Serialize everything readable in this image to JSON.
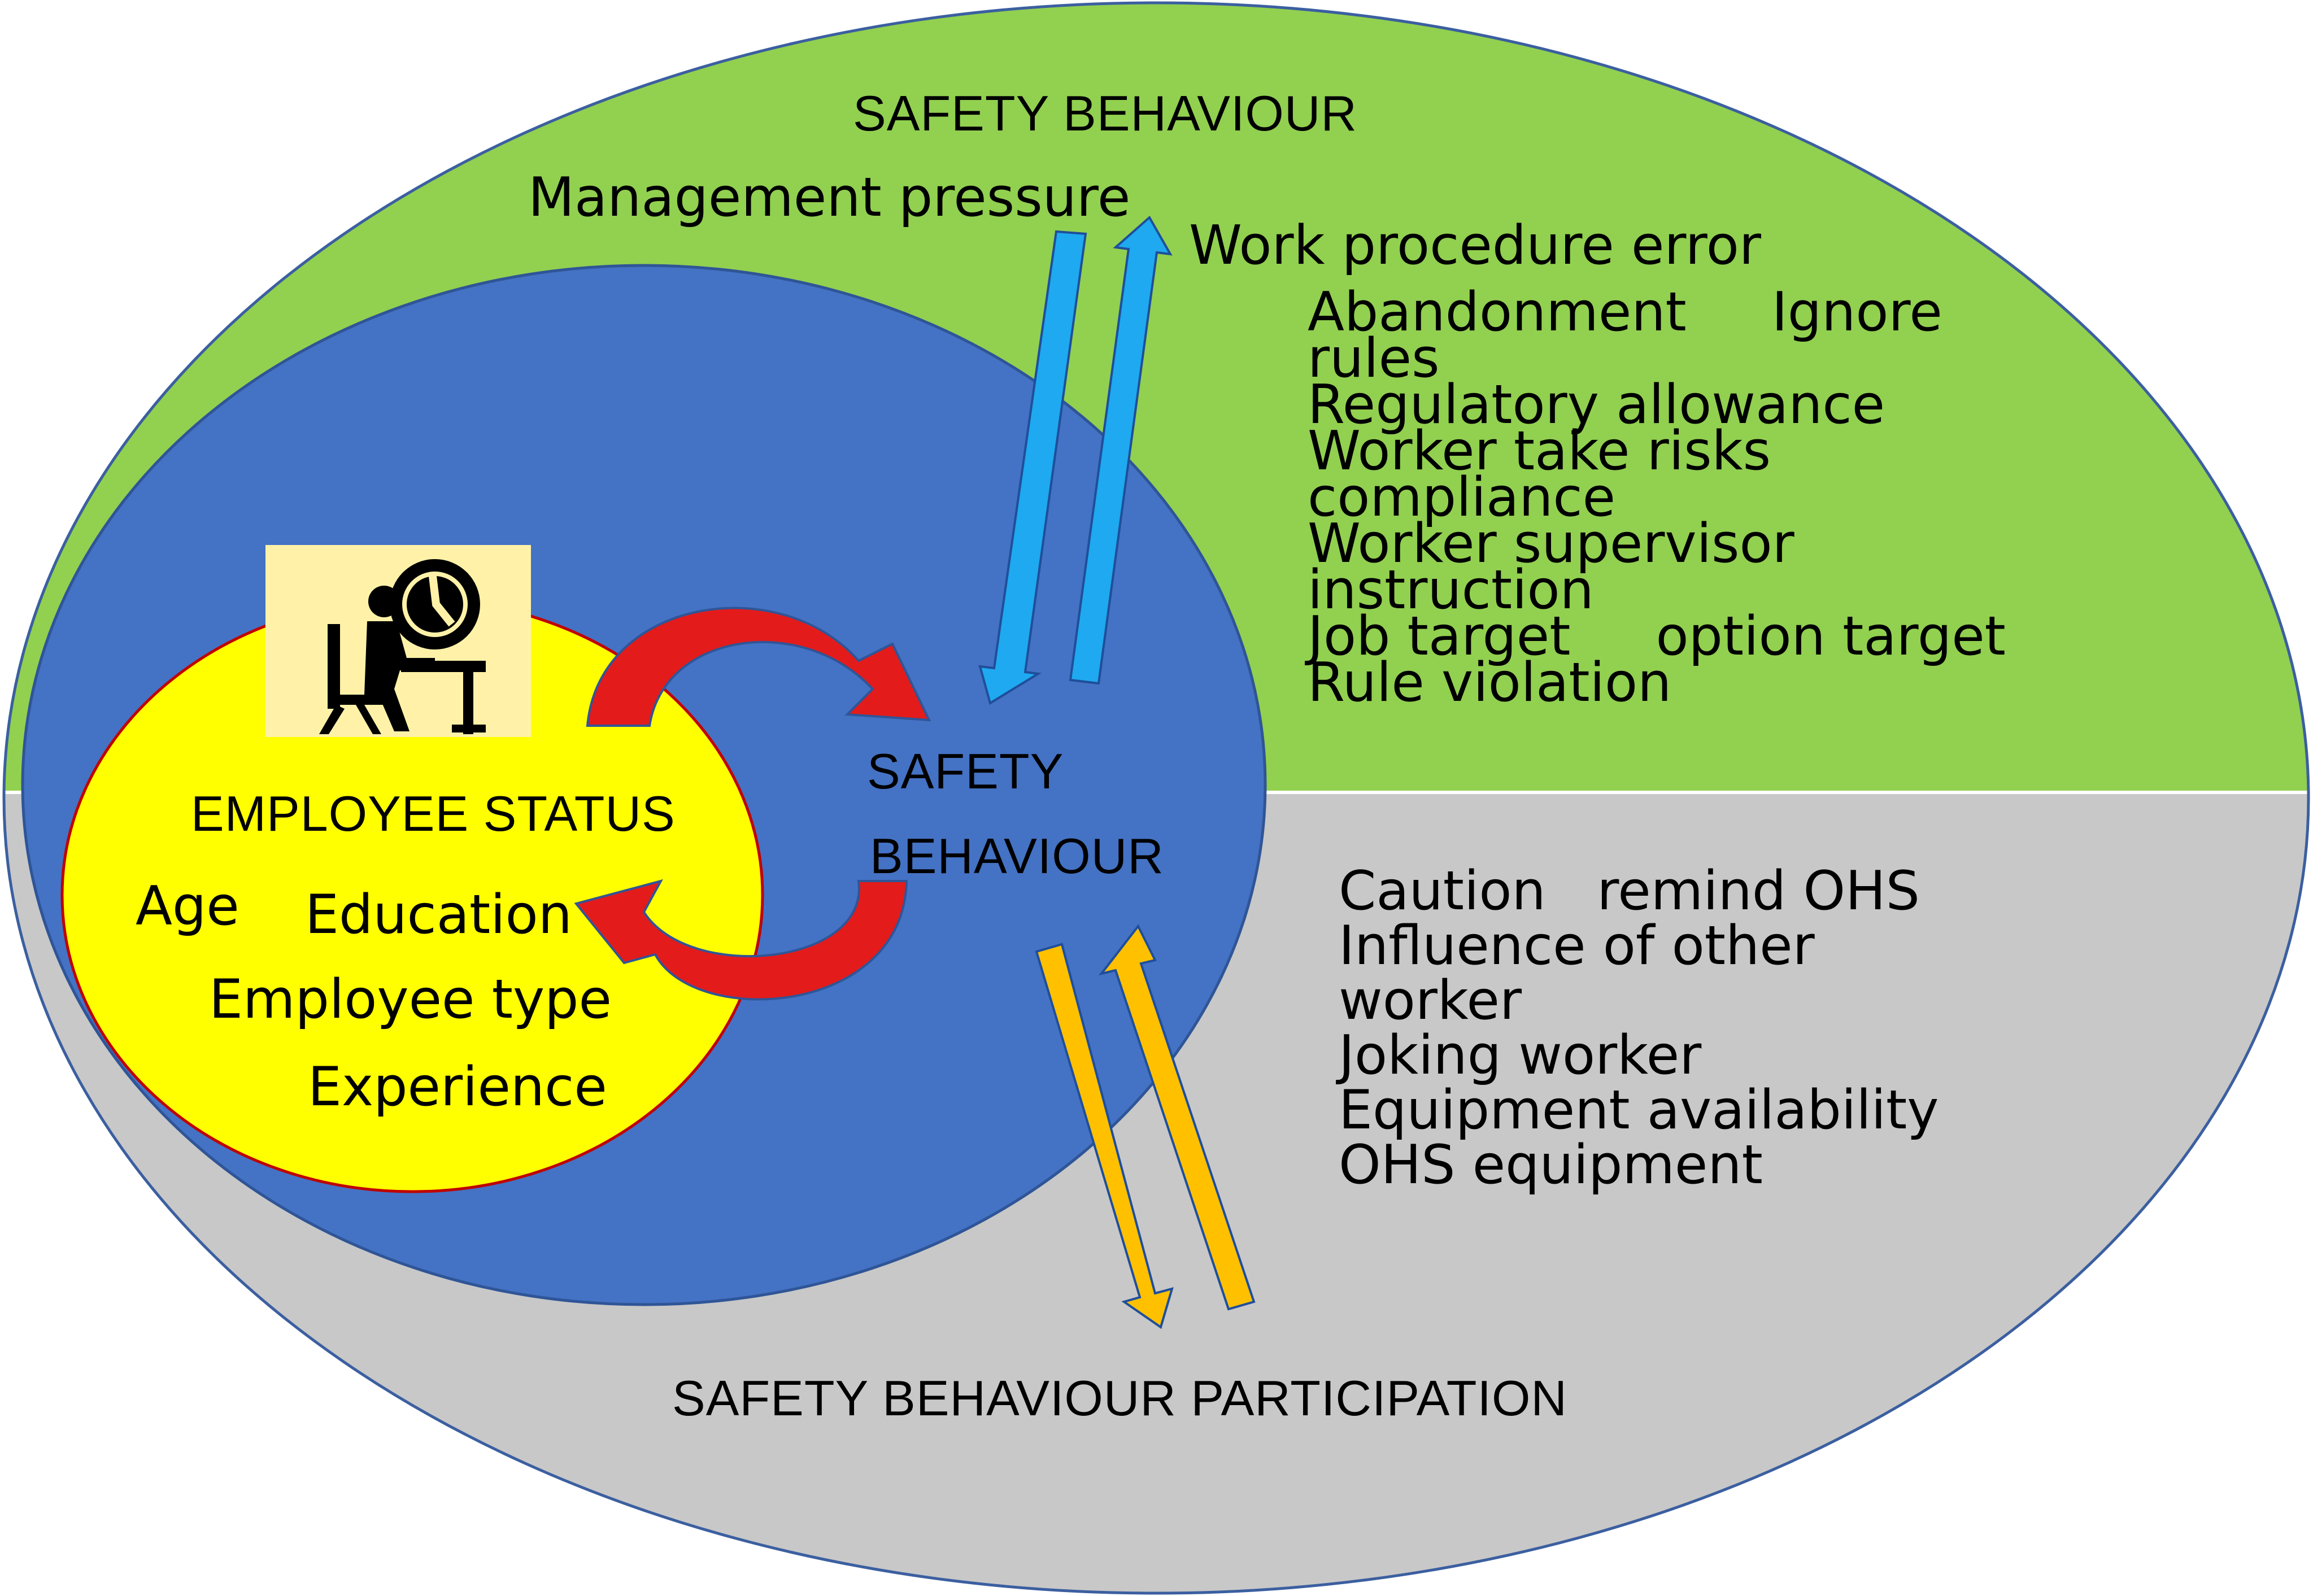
{
  "outer_top": {
    "title": "SAFETY BEHAVIOUR",
    "left_label": "Management pressure",
    "right_label": "Work procedure error",
    "items": [
      "Abandonment     Ignore",
      "rules",
      "Regulatory allowance",
      "Worker take risks",
      "compliance",
      "Worker supervisor",
      "instruction",
      "Job target     option target",
      "Rule violation"
    ]
  },
  "outer_bottom": {
    "title": "SAFETY BEHAVIOUR PARTICIPATION",
    "items": [
      "Caution   remind OHS",
      "Influence of other",
      "worker",
      "Joking worker",
      "Equipment availability",
      "OHS equipment"
    ]
  },
  "center": {
    "line1": "SAFETY",
    "line2": "BEHAVIOUR"
  },
  "employee": {
    "title": "EMPLOYEE STATUS",
    "age": "Age",
    "education": "Education",
    "type": "Employee type",
    "experience": "Experience",
    "icon": "worker-at-desk-clock-icon"
  },
  "colors": {
    "green": "#92d050",
    "gray": "#c8c8c8",
    "blue": "#4472c4",
    "yellow": "#ffff00",
    "red": "#e31b1b",
    "cyan": "#1ea9f0",
    "orange": "#ffc000",
    "icon_bg": "#fff2a8"
  }
}
